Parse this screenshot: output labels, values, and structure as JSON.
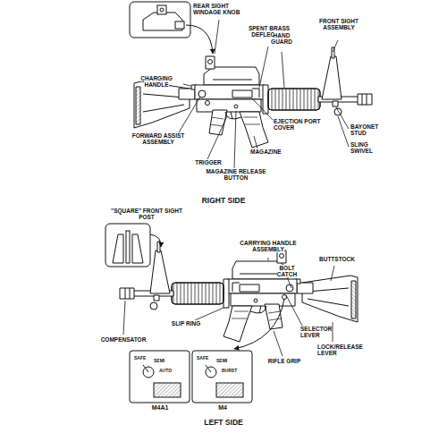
{
  "diagram": {
    "labels": [
      "REAR SIGHT WINDAGE KNOB",
      "SPENT BRASS DEFLECTOR",
      "FRONT SIGHT ASSEMBLY",
      "HAND GUARD",
      "CHARGING HANDLE",
      "EJECTION PORT COVER",
      "BAYONET STUD",
      "SLING SWIVEL",
      "FORWARD ASSIST ASSEMBLY",
      "TRIGGER",
      "MAGAZINE",
      "MAGAZINE RELEASE BUTTON",
      "RIGHT SIDE",
      "\"SQUARE\" FRONT SIGHT POST",
      "CARRYING HANDLE ASSEMBLY",
      "BOLT CATCH",
      "BUTTSTOCK",
      "SLIP RING",
      "COMPENSATOR",
      "SELECTOR LEVER",
      "LOCK/RELEASE LEVER",
      "RIFLE GRIP",
      "M4A1",
      "M4",
      "SAFE",
      "SEMI",
      "AUTO",
      "SAFE",
      "SEMI",
      "BURST",
      "LEFT SIDE"
    ]
  }
}
